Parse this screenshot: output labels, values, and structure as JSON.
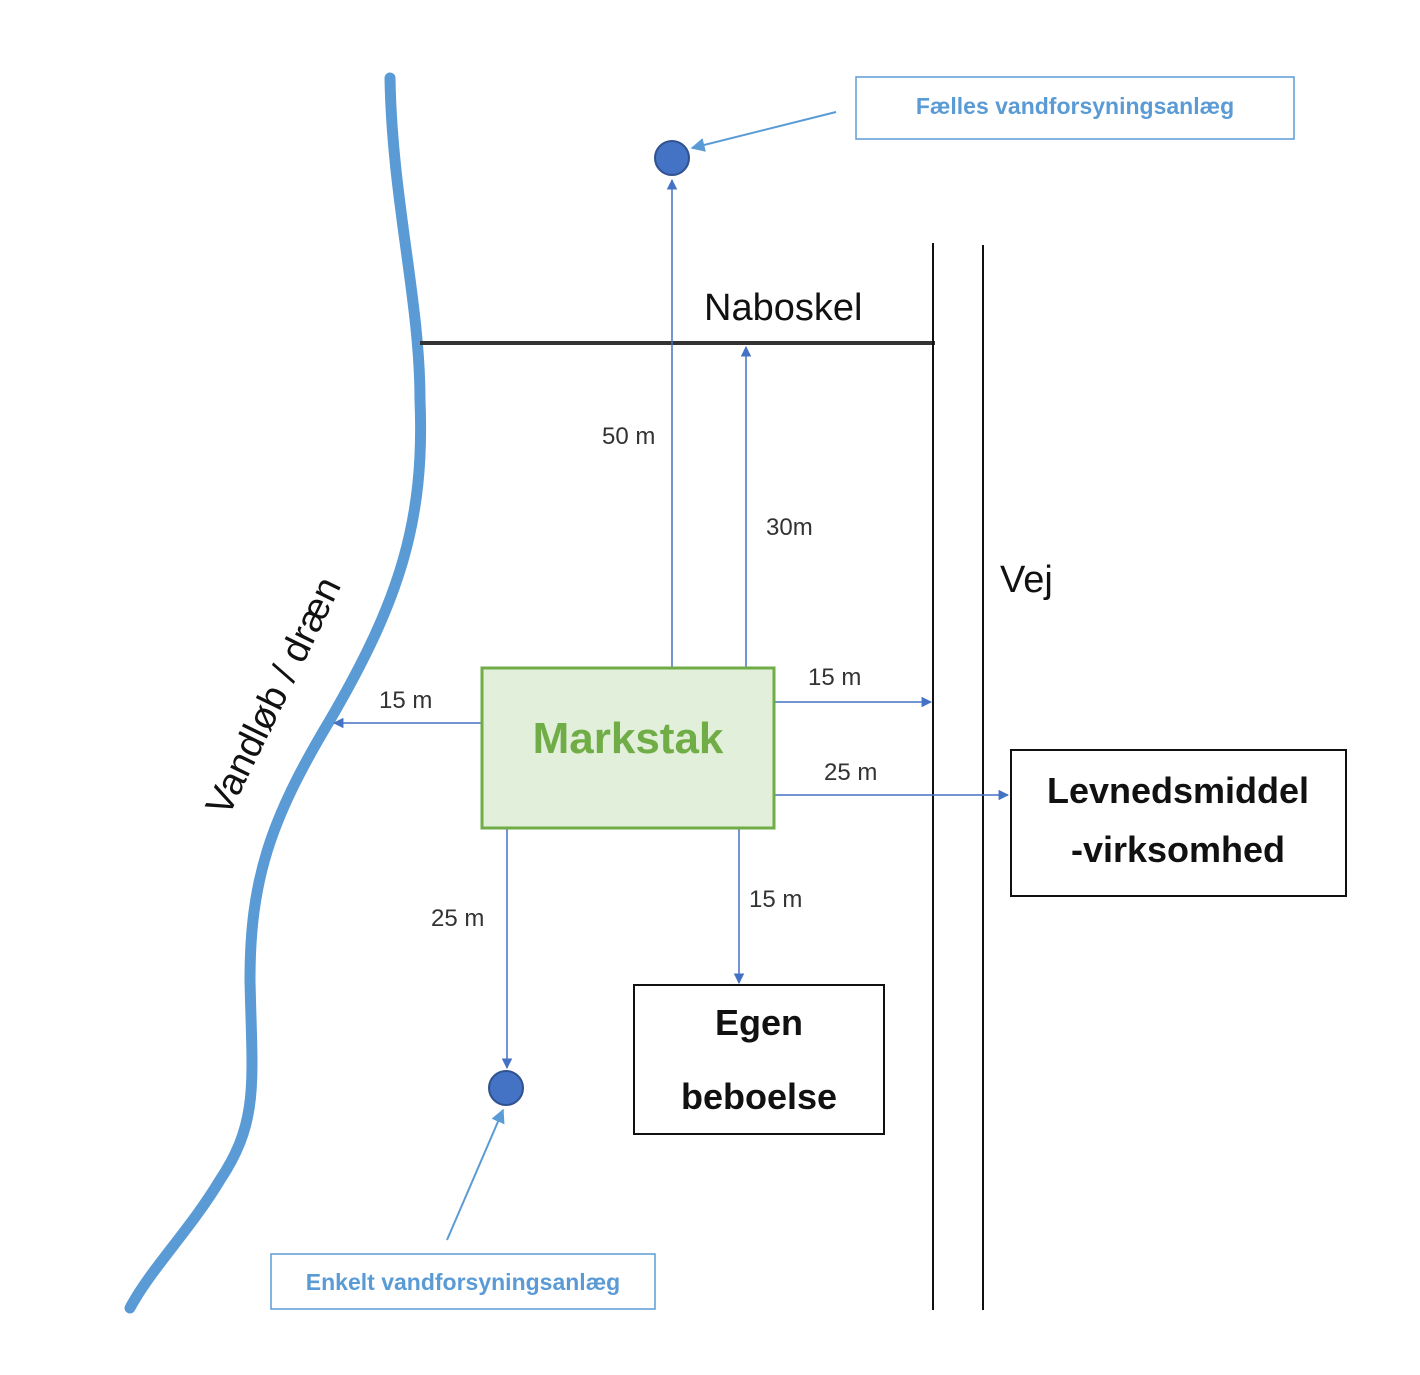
{
  "labels": {
    "naboskel": "Naboskel",
    "vej": "Vej",
    "vandloeb": "Vandløb / dræn",
    "markstak": "Markstak",
    "levnedsmiddel_line1": "Levnedsmiddel",
    "levnedsmiddel_line2": "-virksomhed",
    "egen_line1": "Egen",
    "egen_line2": "beboelse",
    "faelles": "Fælles vandforsyningsanlæg",
    "enkelt": "Enkelt vandforsyningsanlæg"
  },
  "distances": {
    "to_faelles": "50 m",
    "to_naboskel": "30m",
    "to_vandloeb": "15 m",
    "to_vej": "15 m",
    "to_levnedsmiddel": "25 m",
    "to_enkelt": "25 m",
    "to_egen": "15 m"
  },
  "colors": {
    "river": "#5b9bd5",
    "arrow": "#4472c4",
    "markstak_fill": "#e2efda",
    "markstak_border": "#70ad47",
    "markstak_text": "#70ad47"
  }
}
